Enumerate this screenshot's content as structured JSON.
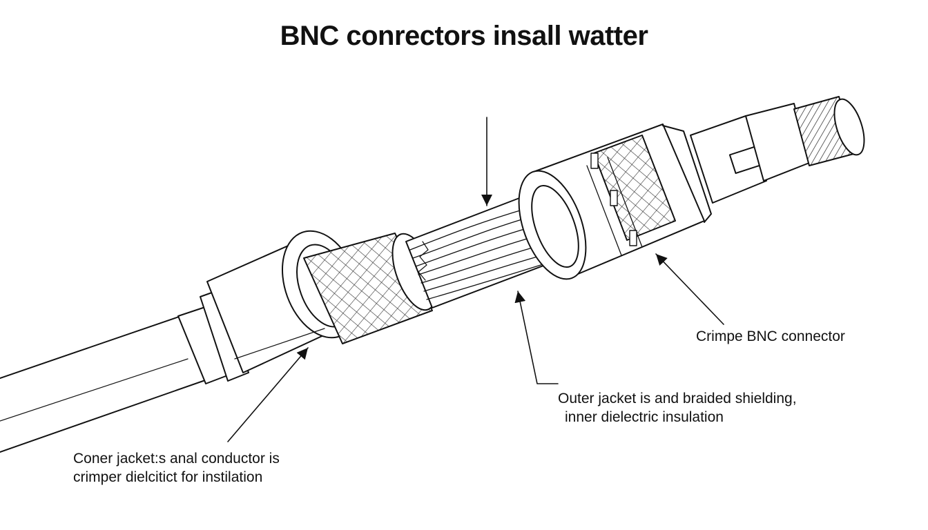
{
  "title": "BNC conrectors insall watter",
  "labels": {
    "crimp": "Crimpe BNC connector",
    "outer_line1": "Outer jacket is and braided shielding,",
    "outer_line2": "inner dielectric insulation",
    "coner_line1": "Coner jacket:s anal conductor is",
    "coner_line2": "crimper dielcitict for instilation"
  },
  "colors": {
    "ink": "#111111",
    "background": "#ffffff"
  }
}
